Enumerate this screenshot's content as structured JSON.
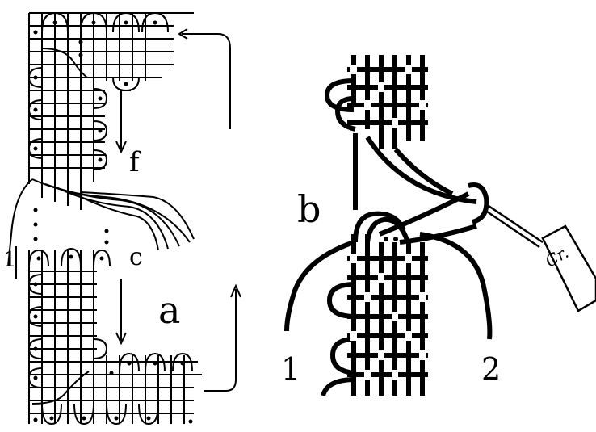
{
  "left_panel": {
    "label_f": "f",
    "label_c": "c",
    "label_a": "a",
    "label_1": "1"
  },
  "right_panel": {
    "label_b": "b",
    "label_1": "1",
    "label_2": "2",
    "tool_tag": "Cr."
  }
}
